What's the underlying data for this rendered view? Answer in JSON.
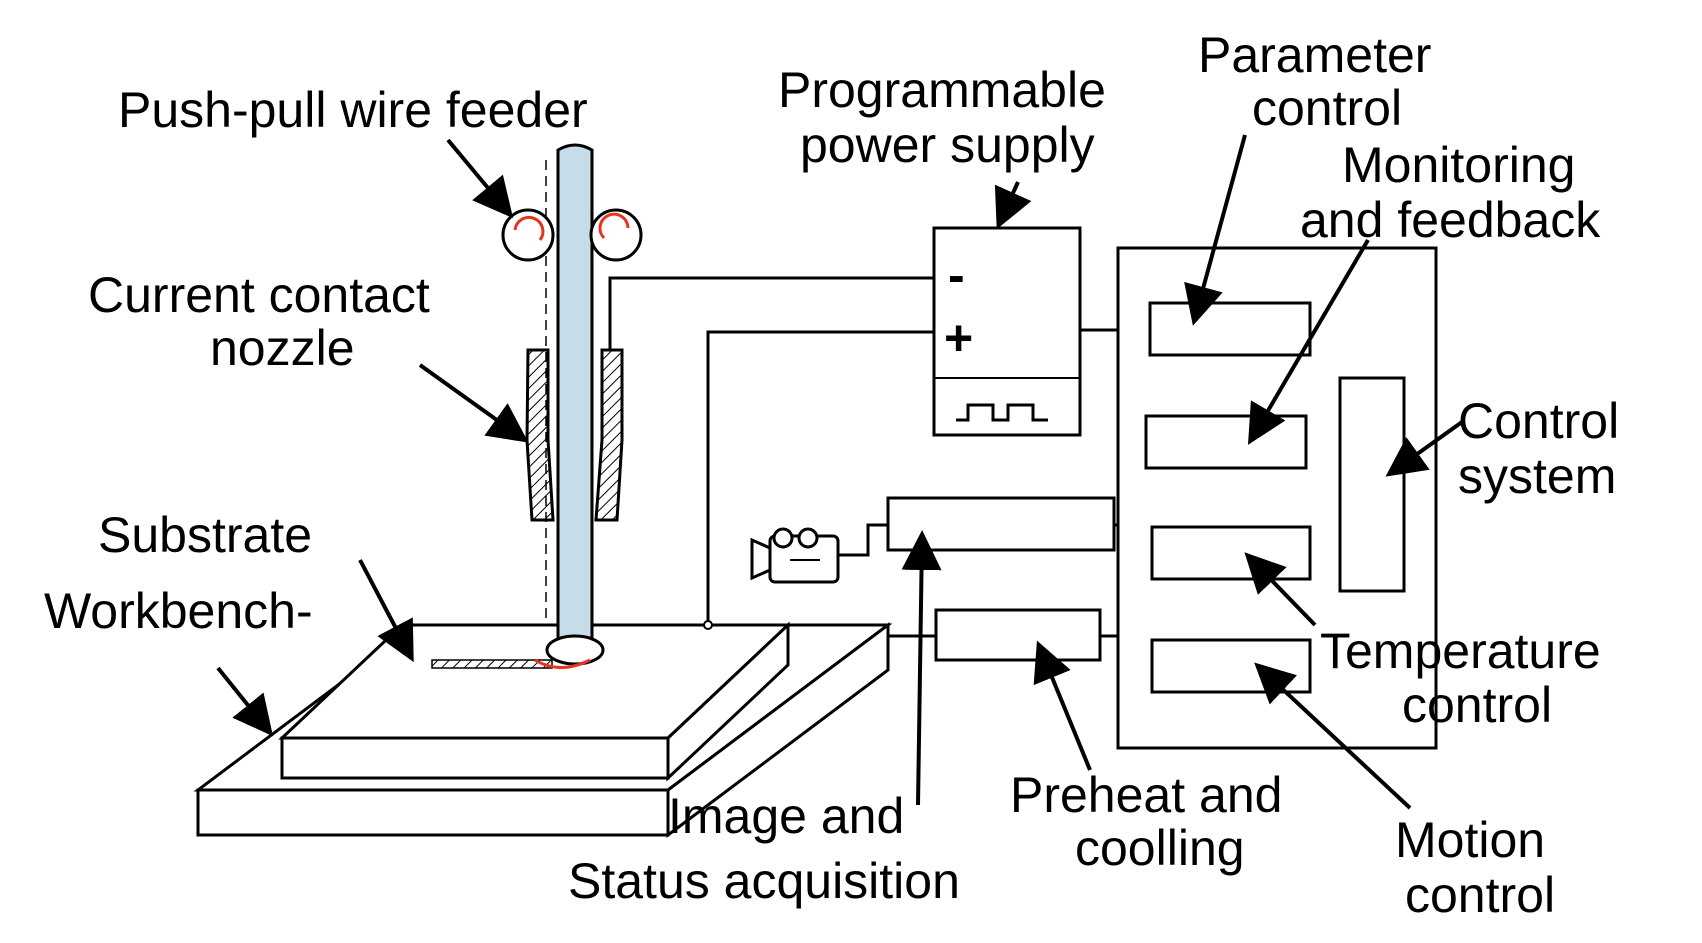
{
  "labels": {
    "push_pull_wire_feeder": "Push-pull wire feeder",
    "current_contact_nozzle": [
      "Current contact",
      "nozzle"
    ],
    "substrate": "Substrate",
    "workbench": "Workbench-",
    "programmable_power_supply": [
      "Programmable",
      "power supply"
    ],
    "parameter_control": [
      "Parameter",
      "control"
    ],
    "monitoring_and_feedback": [
      "Monitoring",
      "and feedback"
    ],
    "control_system": [
      "Control",
      "system"
    ],
    "temperature_control": [
      "Temperature",
      "control"
    ],
    "motion_control": [
      "Motion",
      "control"
    ],
    "preheat_and_coolling": [
      "Preheat and",
      "coolling"
    ],
    "image_and_status_acquisition": [
      "Image and",
      "Status acquisition"
    ]
  },
  "power_supply": {
    "minus": "-",
    "plus": "+"
  },
  "icons": {
    "camera": "video-camera-icon",
    "feed_rollers": "roller-icon",
    "pulse_waveform": "square-wave-icon"
  },
  "colors": {
    "line": "#000000",
    "wire_fill": "#c6dde9",
    "roller_arrow": "#e8321e",
    "melt_pool": "#e8321e"
  }
}
